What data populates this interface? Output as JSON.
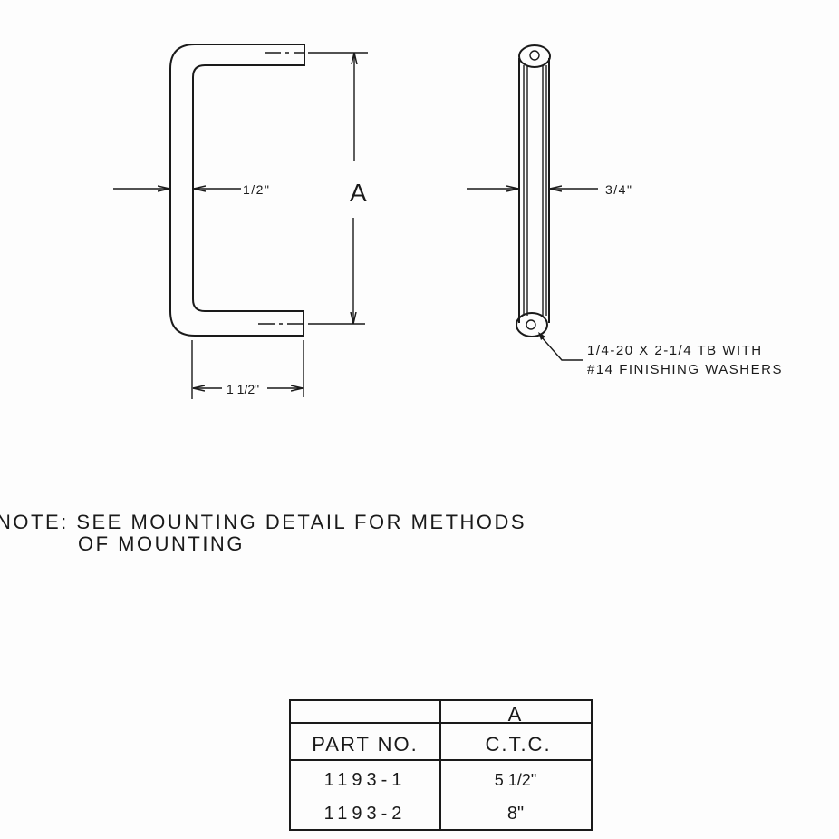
{
  "front_view": {
    "thickness_label": "1/2\"",
    "height_label": "A",
    "depth_label": "1 1/2\""
  },
  "side_view": {
    "width_label": "3/4\"",
    "callout_line1": "1/4-20 X 2-1/4 TB WITH",
    "callout_line2": "#14 FINISHING WASHERS"
  },
  "note": {
    "line1": "NOTE: SEE MOUNTING DETAIL FOR METHODS",
    "line2": "OF MOUNTING"
  },
  "table": {
    "group_header": "A",
    "headers": [
      "PART NO.",
      "C.T.C."
    ],
    "rows": [
      {
        "part": "1193-1",
        "ctc": "5 1/2\""
      },
      {
        "part": "1193-2",
        "ctc": "8\""
      }
    ]
  }
}
